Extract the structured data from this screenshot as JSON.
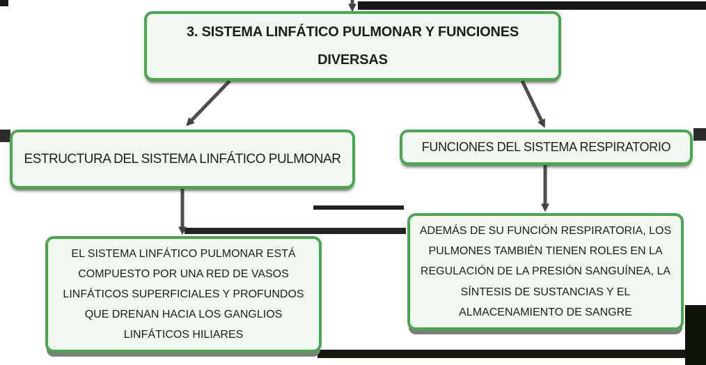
{
  "diagram": {
    "root": {
      "label": [
        "3. SISTEMA LINFÁTICO PULMONAR Y FUNCIONES",
        "DIVERSAS"
      ]
    },
    "branch_left": {
      "label": "ESTRUCTURA DEL SISTEMA LINFÁTICO PULMONAR"
    },
    "branch_right": {
      "label": "FUNCIONES DEL SISTEMA RESPIRATORIO"
    },
    "detail_left": {
      "label": [
        "EL SISTEMA LINFÁTICO PULMONAR ESTÁ",
        "COMPUESTO POR UNA RED DE VASOS",
        "LINFÁTICOS SUPERFICIALES Y PROFUNDOS",
        "QUE DRENAN HACIA LOS GANGLIOS",
        "LINFÁTICOS HILIARES"
      ]
    },
    "detail_right": {
      "label": [
        "ADEMÁS DE SU FUNCIÓN RESPIRATORIA, LOS",
        "PULMONES TAMBIÉN TIENEN ROLES EN LA",
        "REGULACIÓN DE LA PRESIÓN SANGUÍNEA, LA",
        "SÍNTESIS DE SUSTANCIAS Y EL",
        "ALMACENAMIENTO DE SANGRE"
      ]
    },
    "colors": {
      "node_border": "#4AA74E",
      "node_fill": "#F1F8F1",
      "text": "#1D1D1B",
      "connector": "#4E4E4E",
      "shadow": "#7E7E7E"
    }
  }
}
